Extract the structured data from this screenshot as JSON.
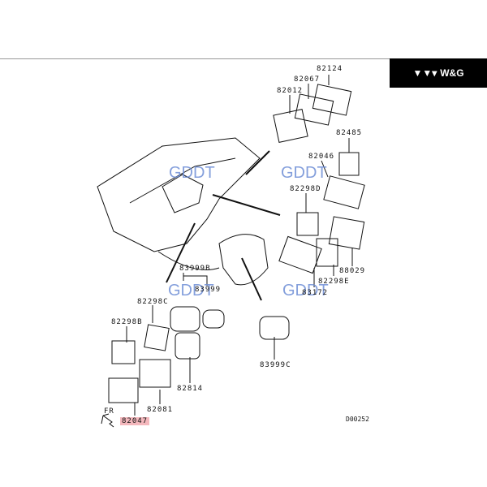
{
  "brand": {
    "logo_icon": "triple-chevron-icon",
    "name": "W&G"
  },
  "watermark": "GDDT",
  "parts": {
    "p82124": "82124",
    "p82067": "82067",
    "p82012": "82012",
    "p82485": "82485",
    "p82046": "82046",
    "p82298D": "82298D",
    "p88029": "88029",
    "p82298E": "82298E",
    "p83172": "83172",
    "p83999B": "83999B",
    "p83999": "83999",
    "p82298C": "82298C",
    "p82298B": "82298B",
    "p82814": "82814",
    "p82081": "82081",
    "p82047": "82047",
    "p83999C": "83999C"
  },
  "front_marker": "FR",
  "diagram_code": "D00252",
  "highlight_color": "#f4b8bd"
}
